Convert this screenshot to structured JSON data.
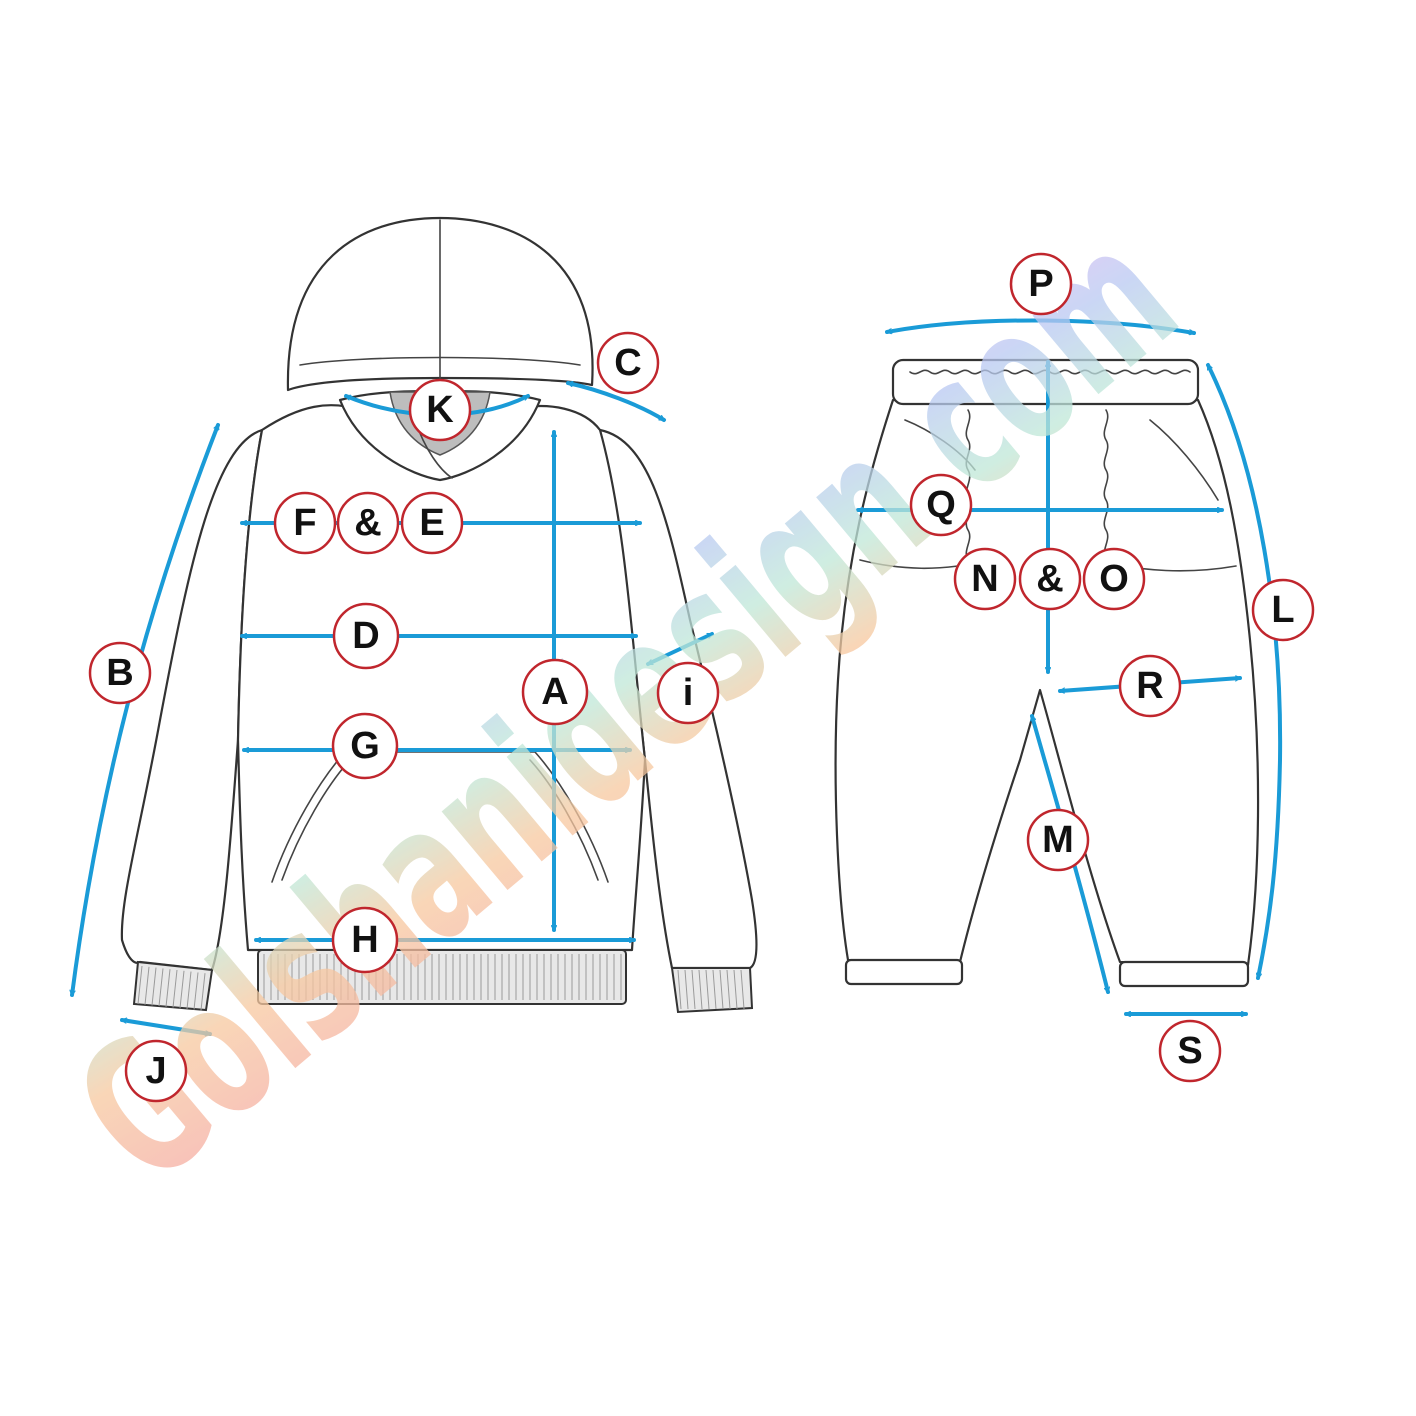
{
  "labels": {
    "A": "A",
    "B": "B",
    "C": "C",
    "D": "D",
    "E": "E",
    "F": "F",
    "amp1": "&",
    "G": "G",
    "H": "H",
    "i": "i",
    "J": "J",
    "K": "K",
    "L": "L",
    "M": "M",
    "N": "N",
    "amp2": "&",
    "O": "O",
    "P": "P",
    "Q": "Q",
    "R": "R",
    "S": "S"
  },
  "watermark": "Golshanidesign.com",
  "colors": {
    "measure_arrow": "#1a9bd7",
    "badge_ring": "#c0262d",
    "outline": "#333333",
    "watermark_red": "#f2a8a8",
    "watermark_violet": "#d9b8f2"
  }
}
